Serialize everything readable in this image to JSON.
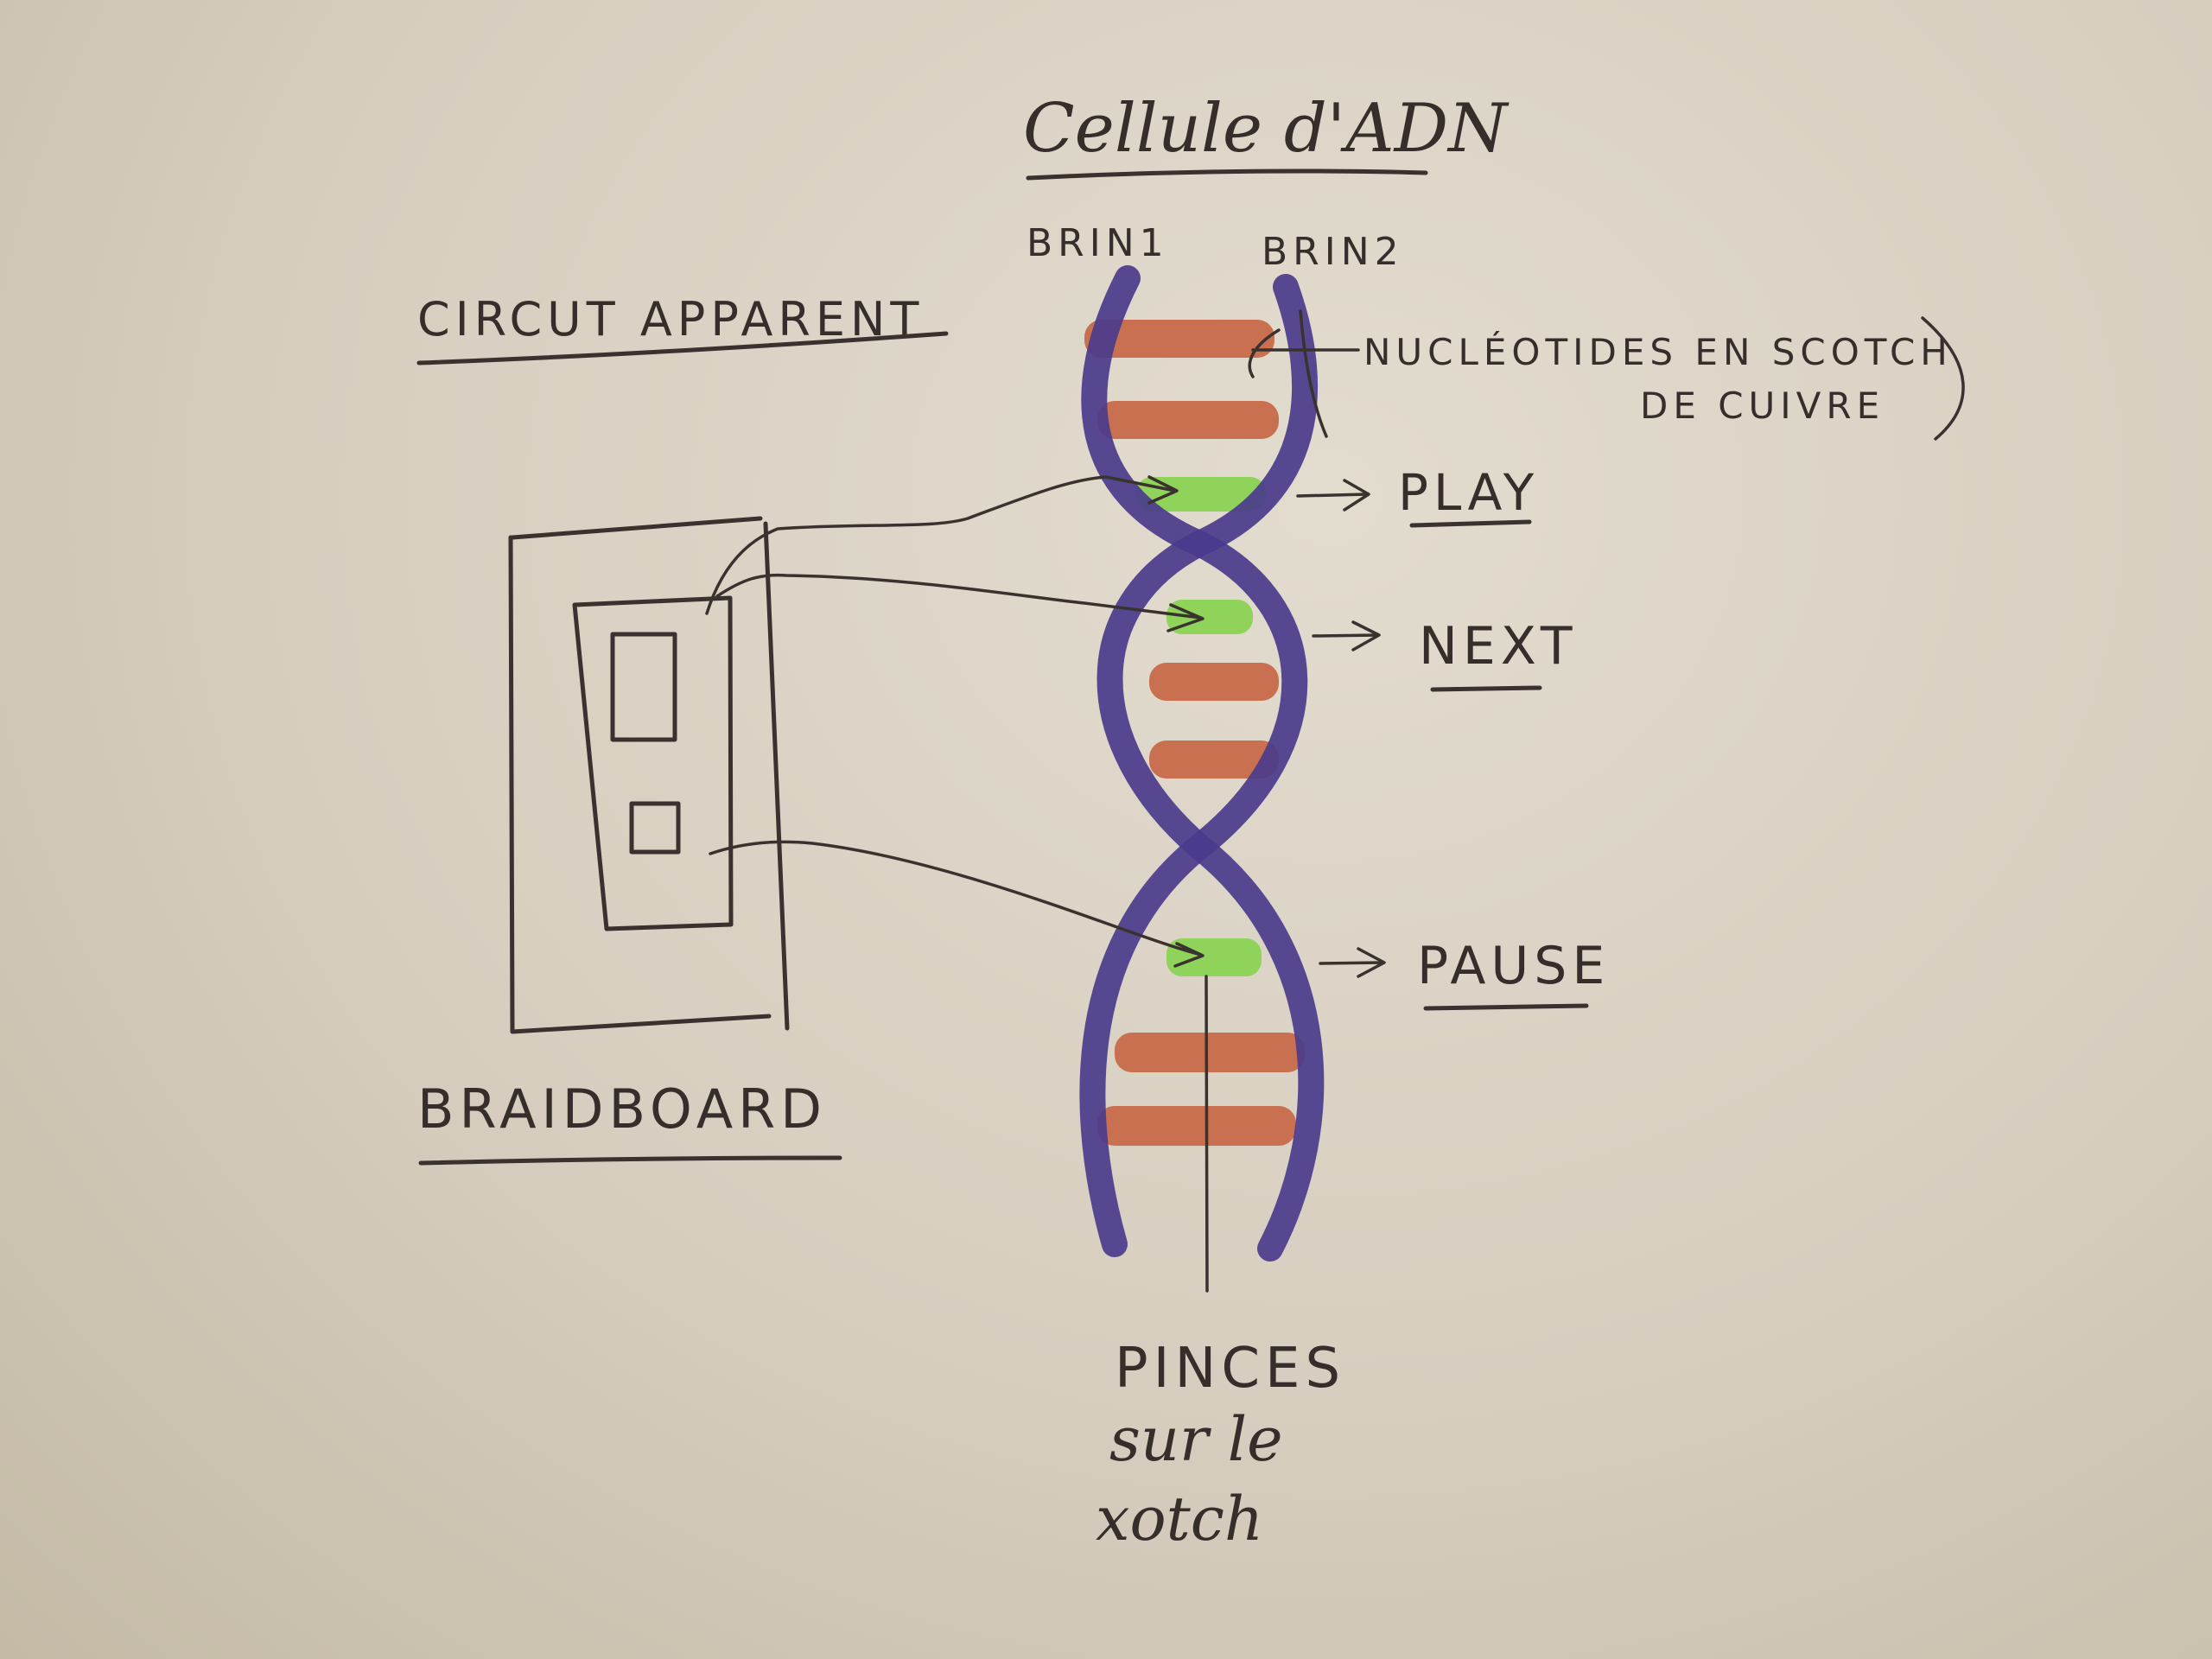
{
  "title": "Cellule d'ADN",
  "strands": {
    "left": "BRIN1",
    "right": "BRIN2"
  },
  "circuit_label": "CIRCUT APPARENT",
  "breadboard_label": "BRAIDBOARD",
  "nucleotides_note": {
    "line1": "NUCLÉOTIDES EN SCOTCH",
    "line2": "DE CUIVRE"
  },
  "buttons": {
    "play": "PLAY",
    "next": "NEXT",
    "pause": "PAUSE"
  },
  "clips_note": {
    "line1": "PINCES",
    "line2": "sur le",
    "line3": "xotch"
  },
  "colors": {
    "ink": "#3a322e",
    "strand": "#4b3b8c",
    "copper": "#c8704f",
    "green": "#8fd35a"
  }
}
